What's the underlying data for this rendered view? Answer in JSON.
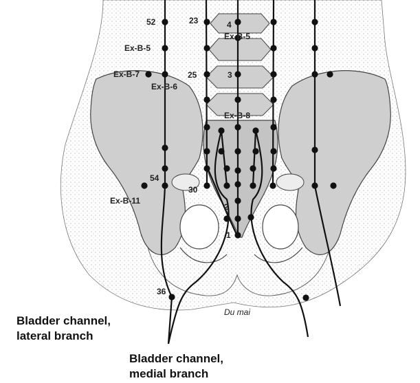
{
  "points": {
    "bl52": "52",
    "bl23": "23",
    "du4": "4",
    "exb5a": "Ex-B-5",
    "exb5b": "Ex-B-5",
    "exb7": "Ex-B-7",
    "bl25": "25",
    "du3": "3",
    "exb6": "Ex-B-6",
    "exb8": "Ex-B-8",
    "bl54": "54",
    "bl30": "30",
    "exb11": "Ex-B-11",
    "du2": "2",
    "du1": "1",
    "bl36": "36"
  },
  "du_mai_label": "Du mai",
  "captions": {
    "lateral": "Bladder channel,\nlateral branch",
    "medial": "Bladder channel,\nmedial branch"
  },
  "colors": {
    "bone": "#cfcfcf",
    "outline": "#444444",
    "line": "#111111"
  }
}
